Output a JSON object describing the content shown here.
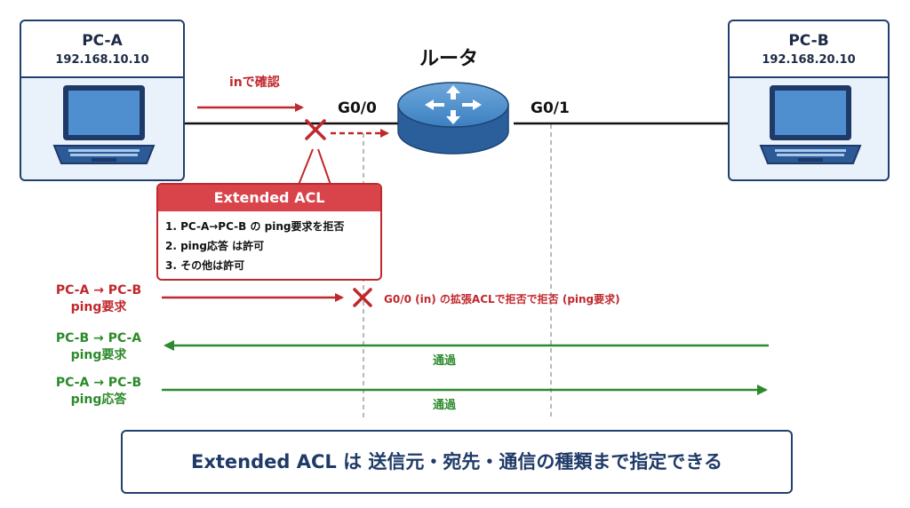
{
  "pc_a": {
    "name": "PC-A",
    "ip": "192.168.10.10"
  },
  "pc_b": {
    "name": "PC-B",
    "ip": "192.168.20.10"
  },
  "router": {
    "title": "ルータ",
    "port_left": "G0/0",
    "port_right": "G0/1"
  },
  "direction_label": "inで確認",
  "acl": {
    "title": "Extended ACL",
    "rules": [
      "1. PC-A→PC-B の ping要求を拒否",
      "2. ping応答 は許可",
      "3. その他は許可"
    ]
  },
  "flows": [
    {
      "line1": "PC-A → PC-B",
      "line2": "ping要求",
      "note": "G0/0 (in) の拡張ACLで拒否で拒否 (ping要求)"
    },
    {
      "line1": "PC-B → PC-A",
      "line2": "ping要求",
      "note": "通過"
    },
    {
      "line1": "PC-A → PC-B",
      "line2": "ping応答",
      "note": "通過"
    }
  ],
  "summary": "Extended ACL は 送信元・宛先・通信の種類まで指定できる",
  "colors": {
    "navy": "#21406e",
    "deny_red": "#c0282d",
    "permit_green": "#2c8a2c",
    "router_blue": "#2f73b5"
  }
}
